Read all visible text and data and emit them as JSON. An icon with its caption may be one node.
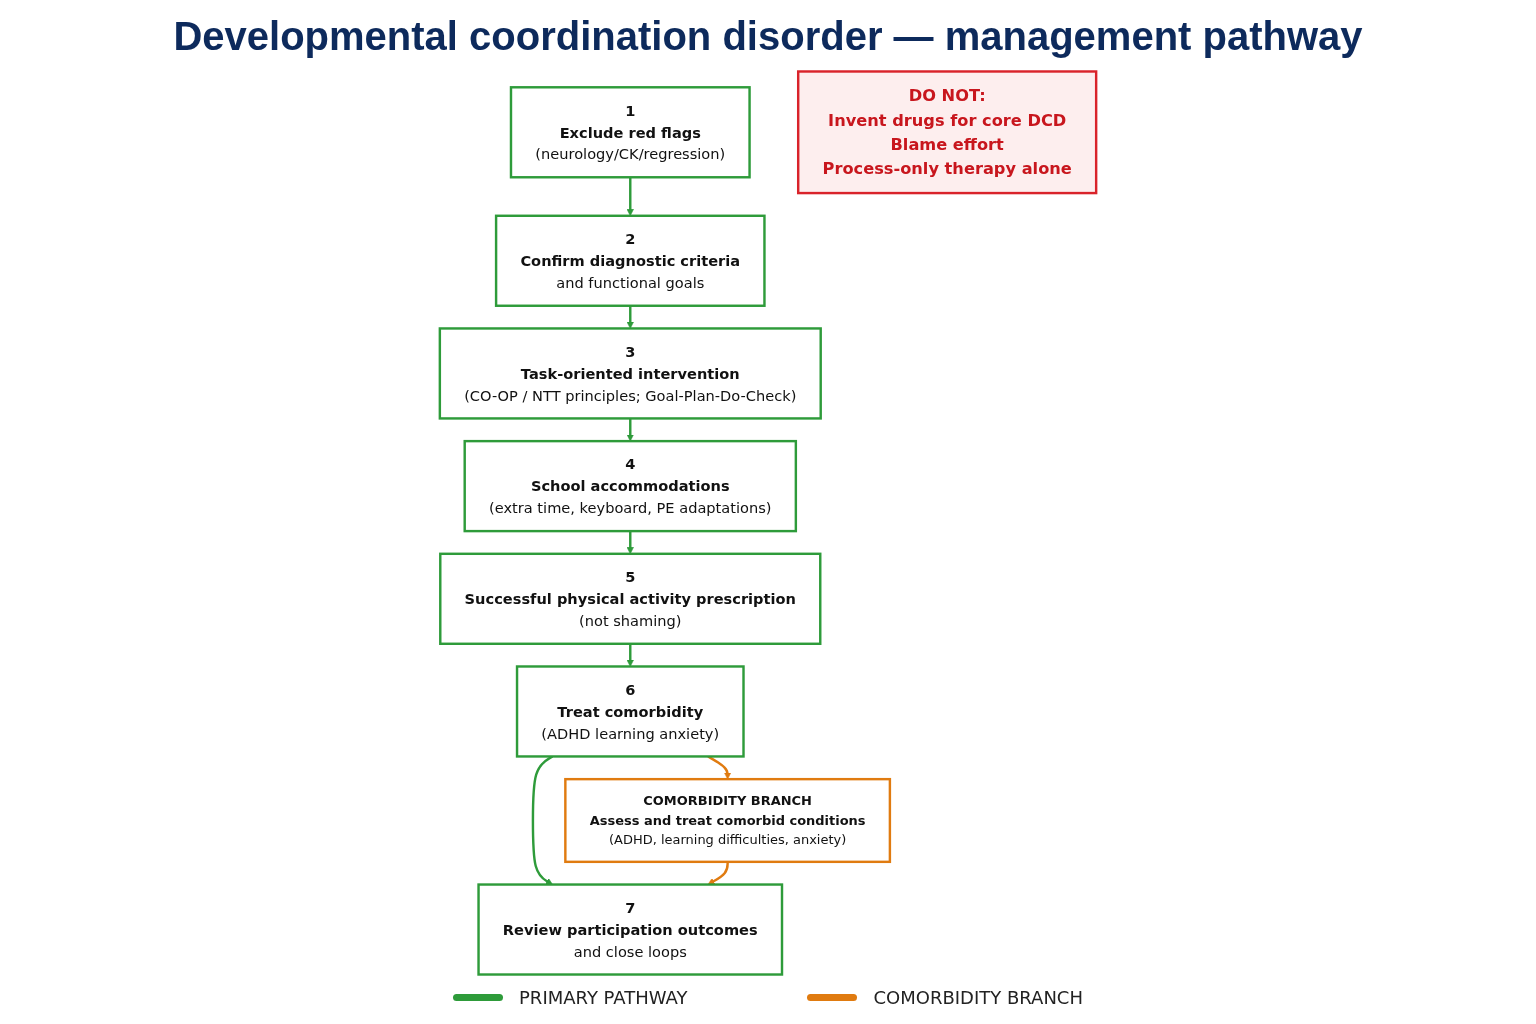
{
  "diagram": {
    "title": "Developmental coordination disorder — management pathway",
    "nodes": [
      {
        "text": [
          "1",
          "Exclude red flags",
          "(neurology/CK/regression)"
        ]
      },
      {
        "text": [
          "2",
          "Confirm diagnostic criteria",
          "and functional goals"
        ]
      },
      {
        "text": [
          "3",
          "Task-oriented intervention",
          "(CO-OP / NTT principles; Goal-Plan-Do-Check)"
        ]
      },
      {
        "text": [
          "4",
          "School accommodations",
          "(extra time, keyboard, PE adaptations)"
        ]
      },
      {
        "text": [
          "5",
          "Successful physical activity prescription",
          "(not shaming)"
        ]
      },
      {
        "text": [
          "6",
          "Treat comorbidity",
          "(ADHD  learning  anxiety)"
        ]
      },
      {
        "text": [
          "7",
          "Review participation outcomes",
          "and close loops"
        ]
      },
      {
        "text": [
          "COMORBIDITY BRANCH",
          "Assess and treat comorbid conditions",
          "(ADHD, learning difficulties, anxiety)"
        ]
      },
      {
        "text": [
          "DO NOT:",
          "Invent drugs for core DCD",
          "Blame effort",
          "Process-only therapy alone"
        ]
      }
    ],
    "edges": [
      {
        "from": 0,
        "to": 1,
        "arrow": "to"
      },
      {
        "from": 1,
        "to": 2,
        "arrow": "to"
      },
      {
        "from": 2,
        "to": 3,
        "arrow": "to"
      },
      {
        "from": 3,
        "to": 4,
        "arrow": "to"
      },
      {
        "from": 4,
        "to": 5,
        "arrow": "to"
      },
      {
        "from": 5,
        "to": 6,
        "arrow": "to"
      },
      {
        "from": 5,
        "to": 7,
        "arrow": "to",
        "color": "#e07b10"
      },
      {
        "from": 7,
        "to": 6,
        "arrow": "to",
        "color": "#e07b10"
      }
    ],
    "legend": [
      {
        "text": "PRIMARY PATHWAY",
        "color": "#2e9b3a"
      },
      {
        "text": "COMORBIDITY BRANCH",
        "color": "#e07b10"
      }
    ]
  }
}
